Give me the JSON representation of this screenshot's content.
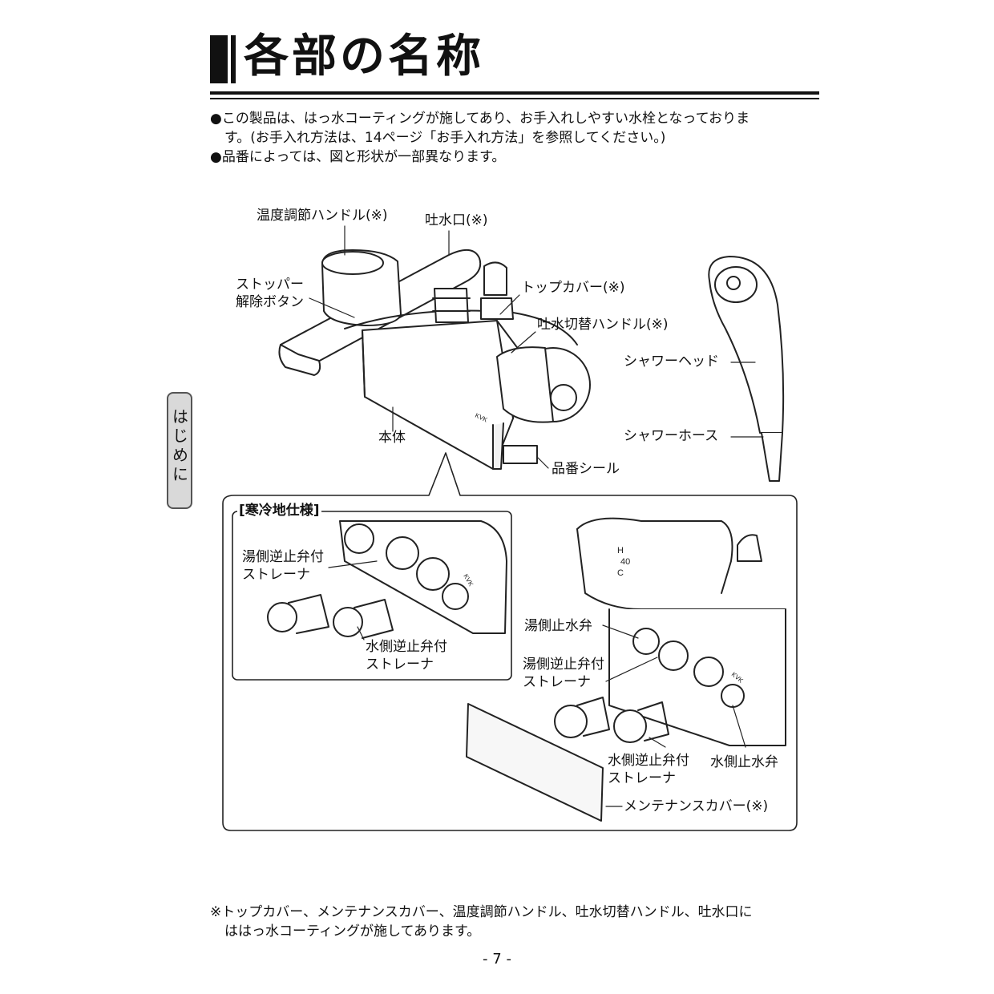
{
  "page": {
    "title": "各部の名称",
    "intro": [
      "●この製品は、はっ水コーティングが施してあり、お手入れしやすい水栓となっておりま",
      "す。(お手入れ方法は、14ページ「お手入れ方法」を参照してください。)",
      "●品番によっては、図と形状が一部異なります。"
    ],
    "side_tab": "はじめに",
    "footnote": [
      "※トップカバー、メンテナンスカバー、温度調節ハンドル、吐水切替ハンドル、吐水口に",
      "ははっ水コーティングが施してあります。"
    ],
    "page_number": "- 7 -"
  },
  "labels": {
    "temp_handle": "温度調節ハンドル(※)",
    "spout": "吐水口(※)",
    "stopper_1": "ストッパー",
    "stopper_2": "解除ボタン",
    "top_cover": "トップカバー(※)",
    "switch_handle": "吐水切替ハンドル(※)",
    "shower_head": "シャワーヘッド",
    "shower_hose": "シャワーホース",
    "body": "本体",
    "serial_seal": "品番シール",
    "cold_region_title": "[寒冷地仕様]",
    "hot_strainer_1": "湯側逆止弁付",
    "hot_strainer_2": "ストレーナ",
    "cold_strainer_1": "水側逆止弁付",
    "cold_strainer_2": "ストレーナ",
    "hot_stop_valve": "湯側止水弁",
    "hot_strainer_b_1": "湯側逆止弁付",
    "hot_strainer_b_2": "ストレーナ",
    "cold_strainer_b_1": "水側逆止弁付",
    "cold_strainer_b_2": "ストレーナ",
    "cold_stop_valve": "水側止水弁",
    "maintenance_cover": "メンテナンスカバー(※)"
  },
  "product_marks": {
    "brand": "KVK",
    "dial_h": "H",
    "dial_40": "40",
    "dial_c": "C"
  }
}
